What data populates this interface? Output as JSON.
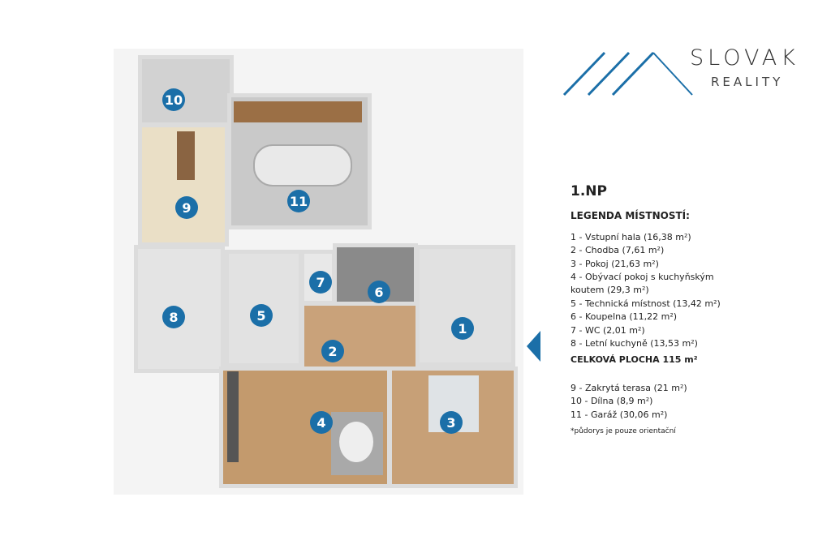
{
  "brand": {
    "name": "SLOVAK",
    "sub": "REALITY",
    "color": "#1b6fa8"
  },
  "legend": {
    "floor": "1.NP",
    "heading": "LEGENDA MÍSTNOSTÍ:",
    "rooms": [
      "1 - Vstupní hala (16,38 m²)",
      "2 - Chodba (7,61 m²)",
      "3 - Pokoj (21,63 m²)",
      "4 - Obývací pokoj s kuchyňským",
      "koutem (29,3 m²)",
      "5 - Technická místnost (13,42 m²)",
      "6 - Koupelna (11,22 m²)",
      "7 - WC (2,01 m²)",
      "8 - Letní kuchyně (13,53 m²)"
    ],
    "total": "CELKOVÁ PLOCHA 115 m²",
    "extra": [
      "9 - Zakrytá terasa (21 m²)",
      "10 - Dílna (8,9 m²)",
      "11 - Garáž (30,06 m²)"
    ],
    "note": "*půdorys je pouze orientační"
  },
  "markers": [
    "1",
    "2",
    "3",
    "4",
    "5",
    "6",
    "7",
    "8",
    "9",
    "10",
    "11"
  ]
}
